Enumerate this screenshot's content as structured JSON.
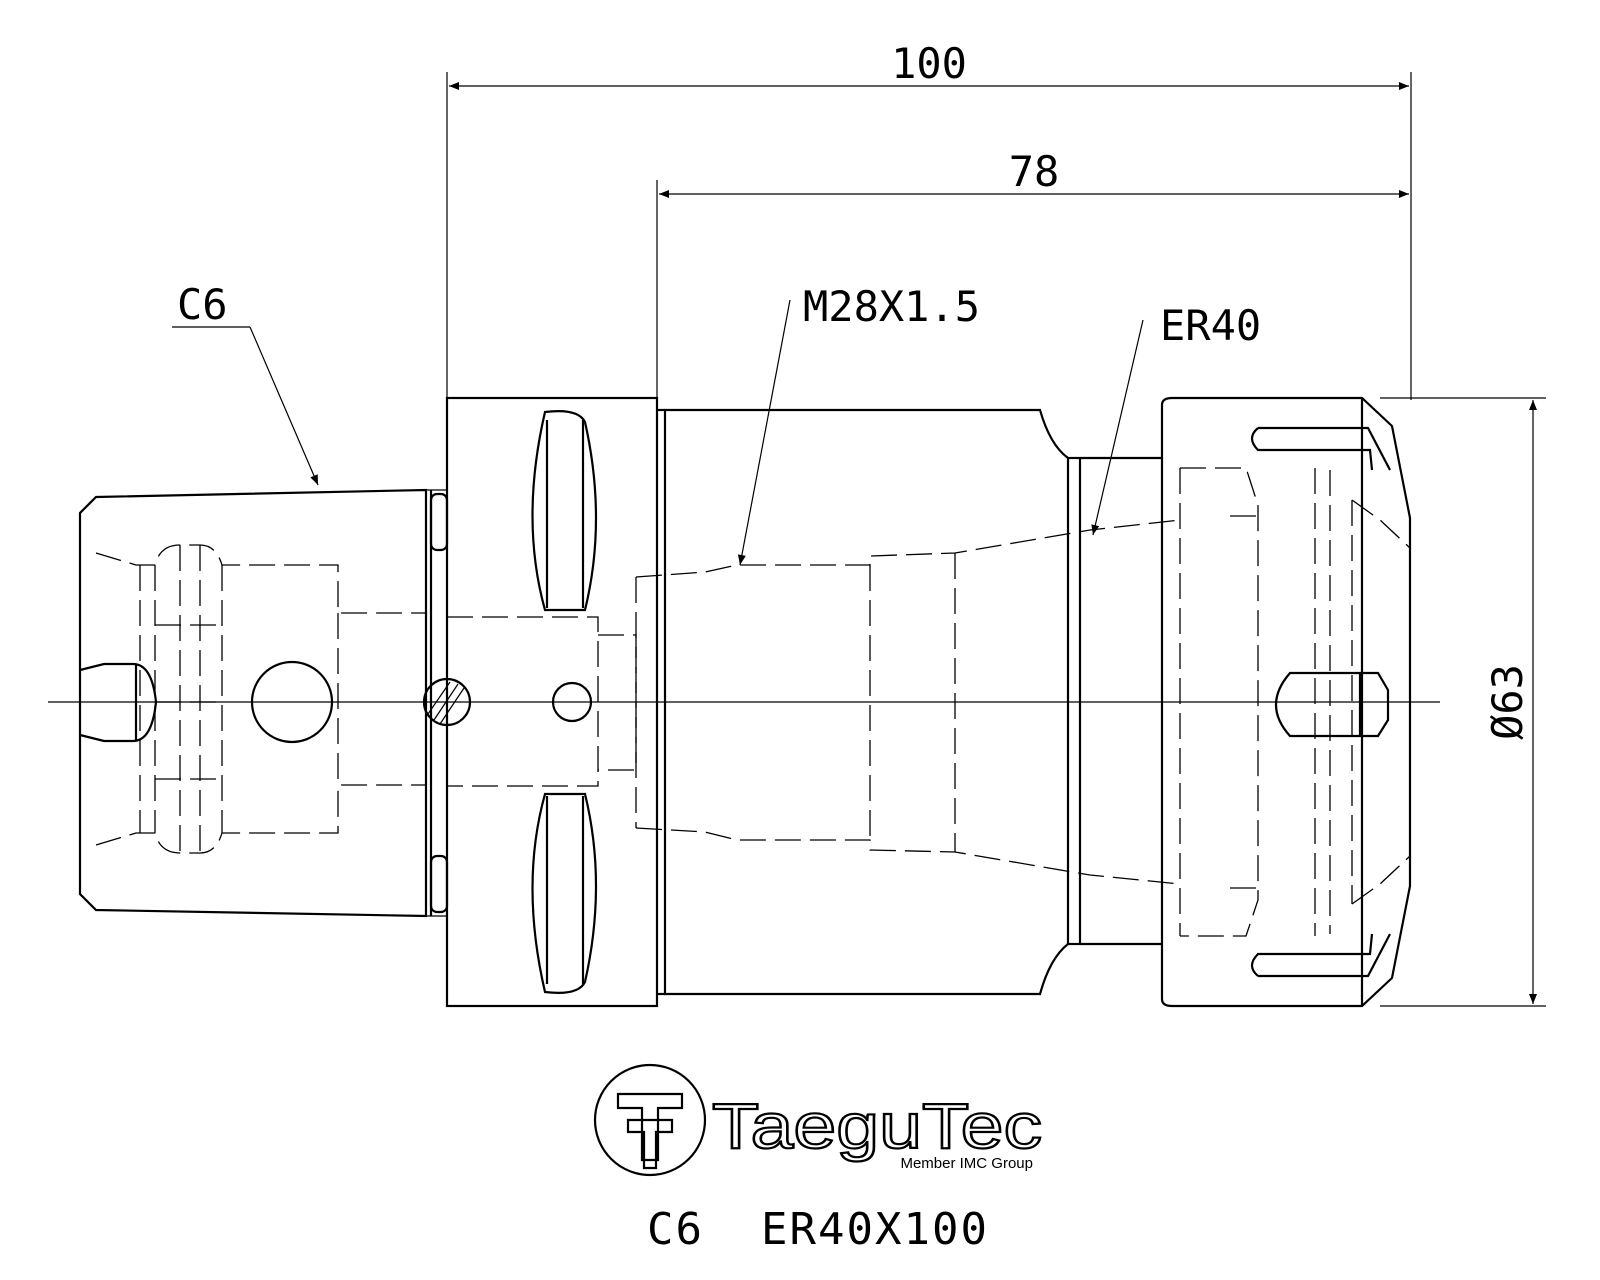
{
  "dimensions": {
    "overall_length": "100",
    "gauge_length": "78",
    "diameter": "Ø63"
  },
  "callouts": {
    "shank": "C6",
    "thread": "M28X1.5",
    "collet": "ER40"
  },
  "logo": {
    "brand": "TaeguTec",
    "tagline": "Member IMC Group"
  },
  "caption": "C6  ER40X100"
}
